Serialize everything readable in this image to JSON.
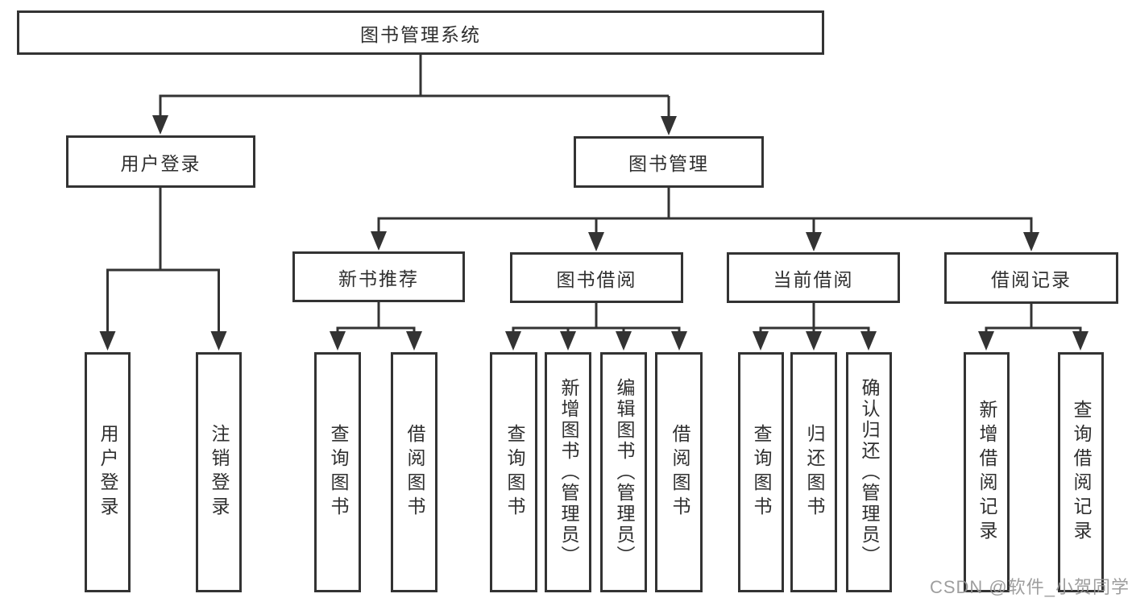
{
  "colors": {
    "line": "#333333",
    "text": "#2f2f2f",
    "box_background": "#ffffff",
    "watermark_text": "#949494"
  },
  "watermark": {
    "label": "CSDN @软件_小贺同学"
  },
  "diagram": {
    "root": {
      "label": "图书管理系统"
    },
    "branches": [
      {
        "label": "用户登录",
        "children": [
          {
            "label": "用户登录"
          },
          {
            "label": "注销登录"
          }
        ]
      },
      {
        "label": "图书管理",
        "children": [
          {
            "label": "新书推荐",
            "children": [
              {
                "label": "查询图书"
              },
              {
                "label": "借阅图书"
              }
            ]
          },
          {
            "label": "图书借阅",
            "children": [
              {
                "label": "查询图书"
              },
              {
                "label": "新增图书（管理员）"
              },
              {
                "label": "编辑图书（管理员）"
              },
              {
                "label": "借阅图书"
              }
            ]
          },
          {
            "label": "当前借阅",
            "children": [
              {
                "label": "查询图书"
              },
              {
                "label": "归还图书"
              },
              {
                "label": "确认归还（管理员）"
              }
            ]
          },
          {
            "label": "借阅记录",
            "children": [
              {
                "label": "新增借阅记录"
              },
              {
                "label": "查询借阅记录"
              }
            ]
          }
        ]
      }
    ]
  }
}
